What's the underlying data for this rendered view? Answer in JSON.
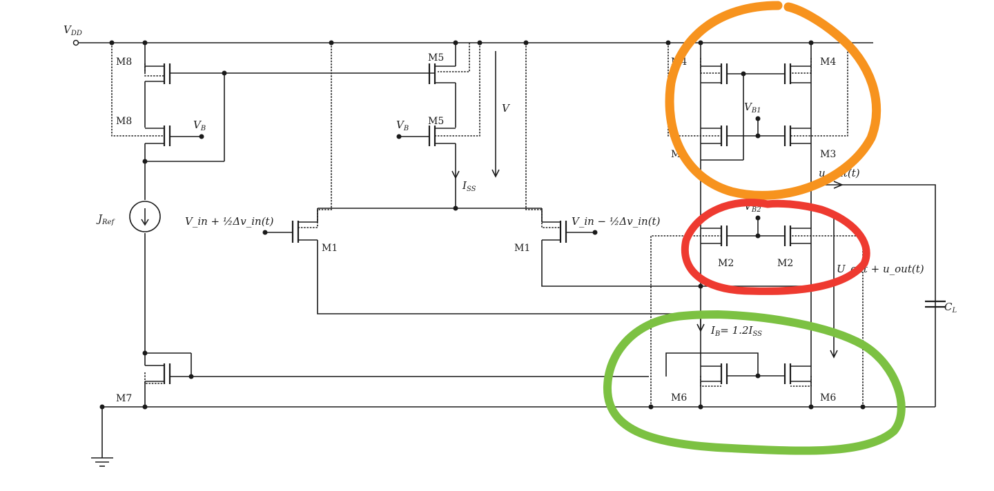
{
  "schematic": {
    "supply_label": "V",
    "supply_sub": "DD",
    "ref_label": "J",
    "ref_sub": "Ref",
    "bias_label": "V",
    "bias_sub": "B",
    "vb1_sub": "B1",
    "vb2_sub": "B2",
    "v_label": "V",
    "iss_label": "I",
    "iss_sub": "SS",
    "ib_label": "I",
    "ib_sub": "B",
    "ib_value": "= 1.2I",
    "vin_plus": "V_in + ½Δv_in(t)",
    "vin_minus": "V_in − ½Δv_in(t)",
    "uout_label": "U_out + u_out(t)",
    "out_label": "u_out(t)",
    "cl_label": "C",
    "cl_sub": "L",
    "transistors": [
      "M8",
      "M8",
      "M5",
      "M5",
      "M1",
      "M1",
      "M4",
      "M4",
      "M3",
      "M3",
      "M2",
      "M2",
      "M6",
      "M6",
      "M7"
    ]
  },
  "annotations": {
    "orange_color": "#f7931e",
    "red_color": "#ee3a30",
    "green_color": "#7cc142"
  }
}
